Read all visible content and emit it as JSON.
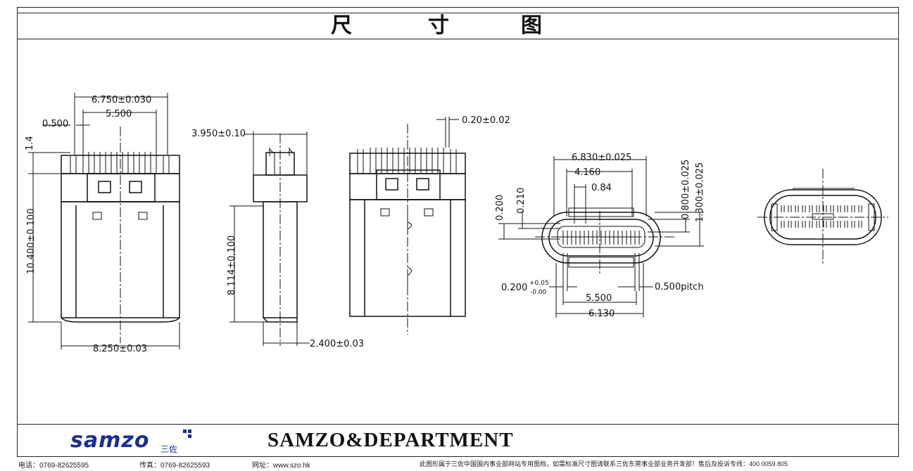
{
  "title": {
    "chars": [
      "尺",
      "寸",
      "图"
    ]
  },
  "dimensions": {
    "v1_top_width": "6.750±0.030",
    "v1_inner_width": "5.500",
    "v1_pitch": "0.500",
    "v1_height_small": "1.4",
    "v1_height": "10.400±0.100",
    "v1_bottom_width": "8.250±0.03",
    "v2_top": "3.950±0.10",
    "v2_height": "8.114±0.100",
    "v2_bottom": "2.400±0.03",
    "v3_thickness": "0.20±0.02",
    "v4_width_top": "6.830±0.025",
    "v4_inner": "4.160",
    "v4_slot": "0.84",
    "v4_left_a": "0.200",
    "v4_left_b": "0.210",
    "v4_right_a": "0.800±0.025",
    "v4_right_b": "1.300±0.025",
    "v4_tol_base": "0.200",
    "v4_tol_plus": "+0.05",
    "v4_tol_minus": "-0.00",
    "v4_pitch": "0.500pitch",
    "v4_bottom_inner": "5.500",
    "v4_bottom_outer": "6.130"
  },
  "footer": {
    "department": "SAMZO&DEPARTMENT",
    "logo_text": "samzo",
    "logo_sub": "三佐",
    "phone": "电话：0769-82625595",
    "fax": "传真：0769-82625593",
    "website": "网址：www.szo.hk",
    "notice": "此图形属于三佐中国国内事业部网站专用图档，如需标准尺寸图请联系三佐东莞事业部业务开发部！售后及投诉专线：400 0059 805"
  },
  "colors": {
    "line": "#111111",
    "logo_blue": "#1a2f8f"
  }
}
